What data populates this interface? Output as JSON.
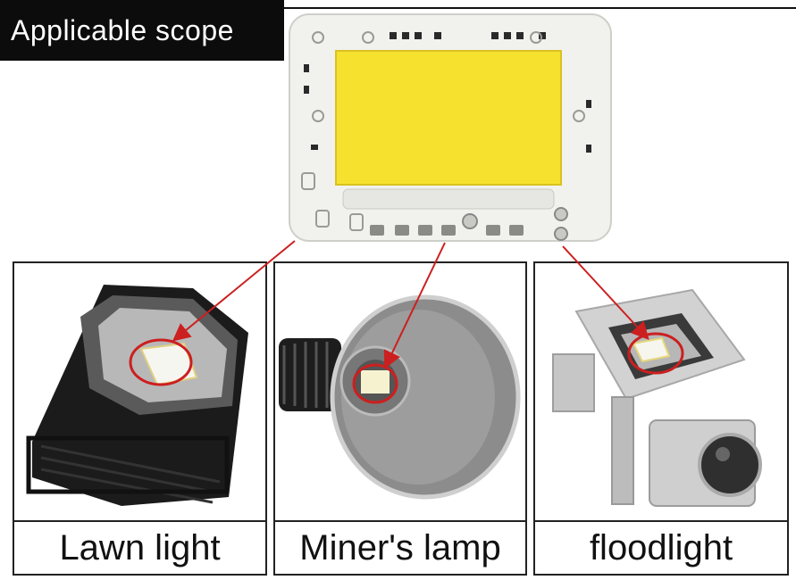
{
  "banner": {
    "title": "Applicable scope"
  },
  "panels": [
    {
      "caption": "Lawn light"
    },
    {
      "caption": "Miner's lamp"
    },
    {
      "caption": "floodlight"
    }
  ],
  "colors": {
    "arrow": "#cc1f1f",
    "chip_yellow": "#f6e12f",
    "banner_bg": "#0c0c0c"
  }
}
